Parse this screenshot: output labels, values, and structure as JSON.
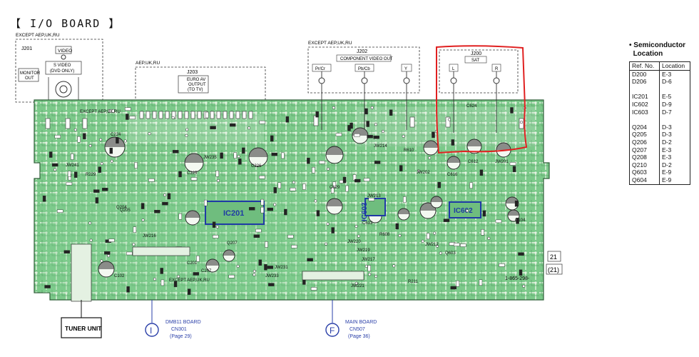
{
  "title": "【 I/O BOARD 】",
  "legend": {
    "heading_line1": "Semiconductor",
    "heading_line2": "Location",
    "col_ref": "Ref. No.",
    "col_loc": "Location",
    "rows": [
      [
        "D200",
        "E-3"
      ],
      [
        "D206",
        "D-6"
      ],
      [
        "",
        ""
      ],
      [
        "IC201",
        "E-5"
      ],
      [
        "IC602",
        "D-9"
      ],
      [
        "IC603",
        "D-7"
      ],
      [
        "",
        ""
      ],
      [
        "Q204",
        "D-3"
      ],
      [
        "Q205",
        "D-3"
      ],
      [
        "Q206",
        "D-2"
      ],
      [
        "Q207",
        "E-3"
      ],
      [
        "Q208",
        "E-3"
      ],
      [
        "Q210",
        "D-2"
      ],
      [
        "Q603",
        "E-9"
      ],
      [
        "Q604",
        "E-9"
      ]
    ]
  },
  "labels": {
    "except1": "EXCEPT AEP,UK,RU",
    "j201": "J201",
    "video": "VIDEO",
    "svideo1": "S VIDEO",
    "svideo2": "(DVD ONLY)",
    "monitor1": "MONITOR",
    "monitor2": "OUT",
    "aep": "AEP,UK,RU",
    "j203": "J203",
    "euro1": "EURO AV",
    "euro2": "OUTPUT",
    "euro3": "(TO TV)",
    "except2": "EXCEPT AEP,UK,RU",
    "j202": "J202",
    "component": "COMPONENT VIDEO OUT",
    "prcr": "Pr/Cr",
    "pbcb": "Pb/Cb",
    "y": "Y",
    "j200": "J200",
    "sat": "SAT",
    "l": "L",
    "r": "R",
    "ic201": "IC201",
    "ic603": "IC603",
    "ic602": "IC602",
    "c624": "C624",
    "board_no": "1-865-298-",
    "code1": "21",
    "code2": "(21)",
    "tuner": "TUNER UNIT",
    "conn_i": "I",
    "dmb1": "DMB11 BOARD",
    "dmb2": "CN301",
    "dmb3": "(Page 29)",
    "conn_f": "F",
    "main1": "MAIN BOARD",
    "main2": "CN507",
    "main3": "(Page 36)",
    "exc_a": "EXCEPT AEP,UK,RU",
    "exc_b": "EXCEPT AEP,UK,RU",
    "jw241": "JW241",
    "jw235": "JW235",
    "jw214": "JW214",
    "jw213": "JW213",
    "jw212": "JW212",
    "jw220": "JW220",
    "jw219": "JW219",
    "jw217": "JW217",
    "jw216": "JW216",
    "jw231": "JW231",
    "jw233": "JW233",
    "jw221": "JW221",
    "jw201": "JW201",
    "jw202": "JW202",
    "c224": "C224",
    "c225": "C225",
    "c226": "C226",
    "c629": "C629",
    "c633": "C633",
    "c616": "C616",
    "c612": "C612",
    "c201": "C201",
    "c207": "C207",
    "c102": "C102",
    "c104": "C104",
    "r229": "R229",
    "r608": "R608",
    "r610": "R610",
    "r211": "R211",
    "q205": "Q205",
    "q204": "Q204",
    "q207": "Q207",
    "q603": "Q603"
  },
  "colors": {
    "board": "#7cc98a",
    "trace": "#e4f1e2",
    "ic_outline": "#1f3aa5",
    "highlight": "#e02020",
    "connector_blue": "#2a3fa8"
  }
}
